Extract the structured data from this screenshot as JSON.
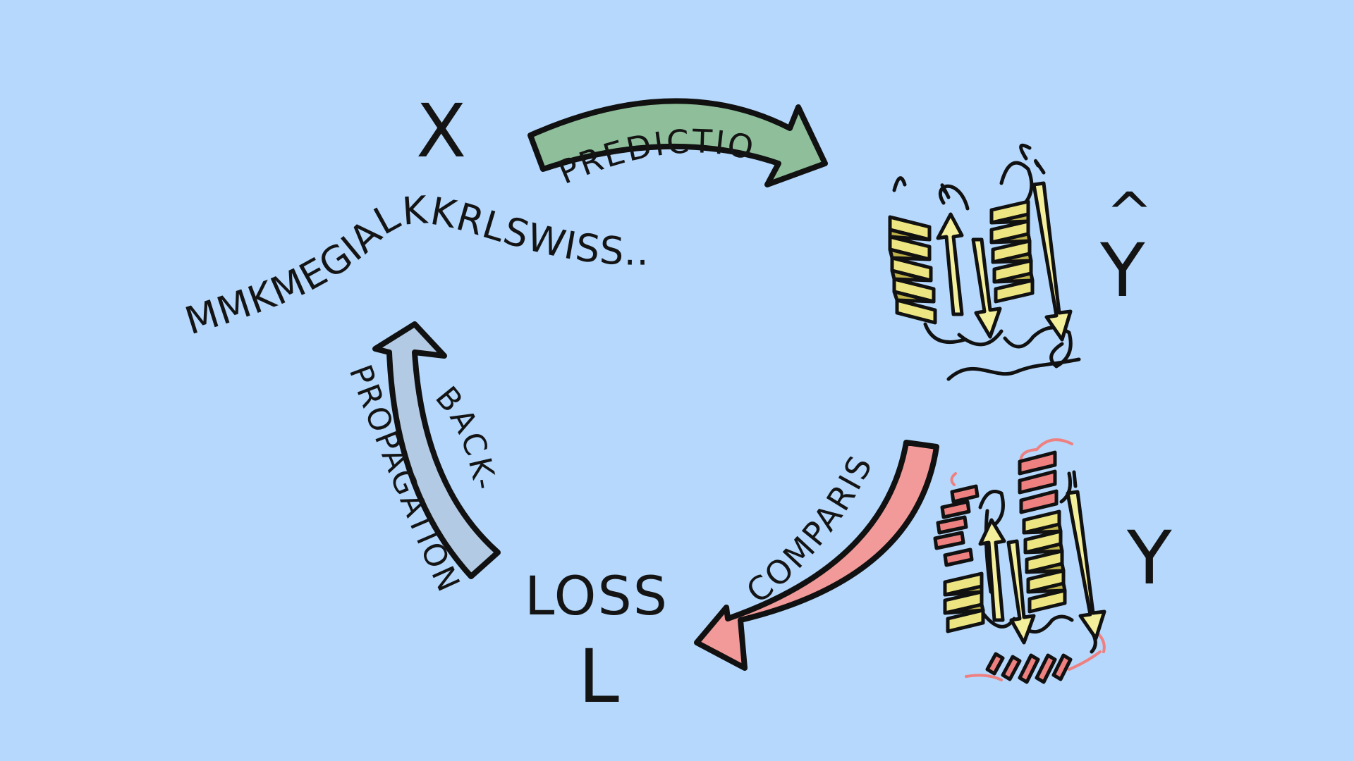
{
  "labels": {
    "x": "X",
    "y_hat": "Y",
    "y_hat_accent": "^",
    "y": "Y",
    "loss": "LOSS",
    "loss_symbol": "L",
    "sequence": "MMKMEGIALKKRLSWISS.....",
    "prediction": "PREDICTION",
    "comparison": "COMPARISON",
    "backprop_line1": "BACK-",
    "backprop_line2": "PROPAGATION"
  },
  "colors": {
    "background": "#b5d8fc",
    "prediction_arrow": "#8ebf9a",
    "comparison_arrow": "#f29a99",
    "backprop_arrow": "#b3cae4",
    "helix_yellow": "#ece581",
    "helix_shade": "#bfb34a",
    "strand_yellow": "#f4ef9a",
    "true_structure_red": "#ee8080",
    "ink": "#111111"
  }
}
